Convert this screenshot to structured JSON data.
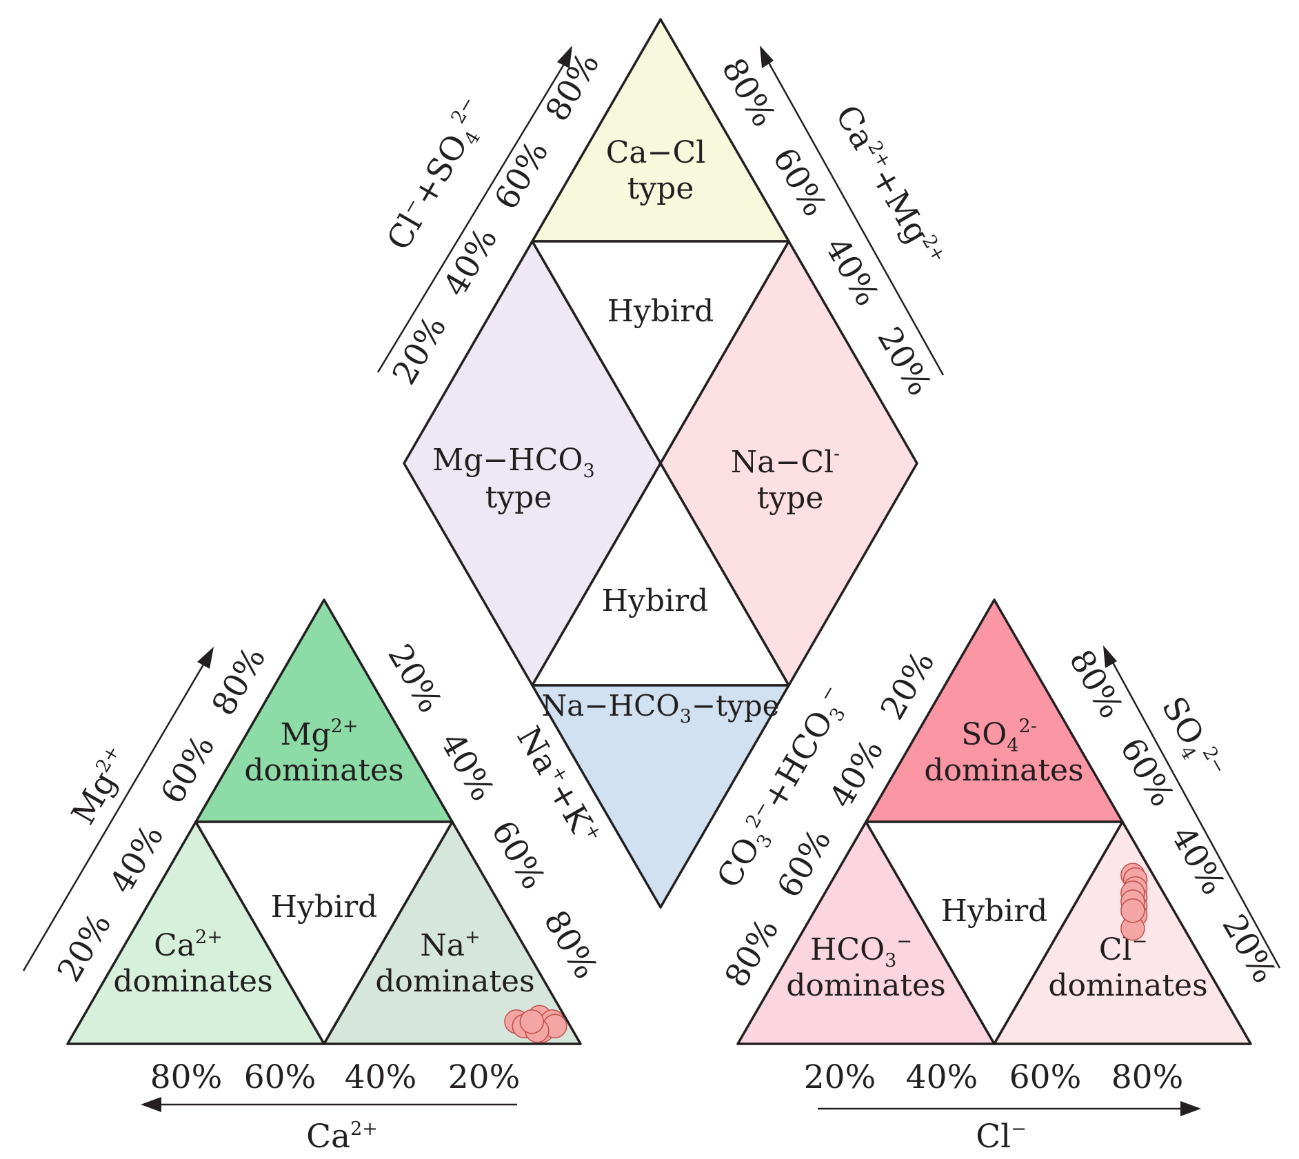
{
  "colors": {
    "outline": "#231f20",
    "ca_cl": "#f7f8dc",
    "mg_hco3": "#ede8f4",
    "na_cl": "#fde0e3",
    "na_hco3": "#d1e1f1",
    "hybrid": "#ffffff",
    "mg_dom": "#8ddca7",
    "ca_dom": "#d6f0dc",
    "na_dom": "#d6e6dc",
    "so4_dom": "#fb96a5",
    "hco3_dom": "#fbd5df",
    "cl_dom": "#fde6ea",
    "sample": "#f4a6a4"
  },
  "diamond": {
    "ca_cl": {
      "line1": "Ca−Cl",
      "line2": "type"
    },
    "hybrid_top": "Hybird",
    "mg_hco3": {
      "base": "Mg−HCO",
      "sub": "3",
      "line2": "type"
    },
    "na_cl": {
      "base": "Na−Cl",
      "sup": "-",
      "line2": "type"
    },
    "hybrid_bottom": "Hybird",
    "na_hco3": {
      "part1": "Na−HCO",
      "sub": "3",
      "part2": "−type"
    },
    "left_axis": {
      "base": "Cl",
      "sup1": "−",
      "mid": "+SO",
      "sub": "4",
      "sup2": "2−"
    },
    "left_ticks": [
      "20%",
      "40%",
      "60%",
      "80%"
    ],
    "right_axis": {
      "base": "Ca",
      "sup1": "2+",
      "mid": "+Mg",
      "sup2": "2+"
    },
    "right_ticks": [
      "80%",
      "60%",
      "40%",
      "20%"
    ]
  },
  "cation": {
    "mg_dom": {
      "base": "Mg",
      "sup": "2+",
      "line2": "dominates"
    },
    "ca_dom": {
      "base": "Ca",
      "sup": "2+",
      "line2": "dominates"
    },
    "hybrid": "Hybird",
    "na_dom": {
      "base": "Na",
      "sup": "+",
      "line2": "dominates"
    },
    "left_axis": {
      "base": "Mg",
      "sup": "2+"
    },
    "left_ticks": [
      "20%",
      "40%",
      "60%",
      "80%"
    ],
    "right_axis": {
      "base": "Na",
      "sup1": "+",
      "mid": "+K",
      "sup2": "+"
    },
    "right_ticks": [
      "20%",
      "40%",
      "60%",
      "80%"
    ],
    "bottom_axis": {
      "base": "Ca",
      "sup": "2+"
    },
    "bottom_ticks": [
      "80%",
      "60%",
      "40%",
      "20%"
    ]
  },
  "anion": {
    "so4_dom": {
      "base": "SO",
      "sub": "4",
      "sup": "2-",
      "line2": "dominates"
    },
    "hco3_dom": {
      "base": "HCO",
      "sub": "3",
      "sup": "−",
      "line2": "dominates"
    },
    "hybrid": "Hybird",
    "cl_dom": {
      "base": "Cl",
      "sup": "−",
      "line2": "dominates"
    },
    "left_axis": {
      "base": "CO",
      "sub1": "3",
      "sup1": "2−",
      "mid": "+HCO",
      "sub2": "3",
      "sup2": "−"
    },
    "left_ticks": [
      "80%",
      "60%",
      "40%",
      "20%"
    ],
    "right_axis": {
      "base": "SO",
      "sub": "4",
      "sup": "2−"
    },
    "right_ticks": [
      "20%",
      "40%",
      "60%",
      "80%"
    ],
    "bottom_axis": {
      "base": "Cl",
      "sup": "−"
    },
    "bottom_ticks": [
      "20%",
      "40%",
      "60%",
      "80%"
    ]
  },
  "chart_data": {
    "type": "scatter",
    "samples": {
      "cation_na_k_percent": [
        85,
        87,
        89,
        91,
        92,
        93,
        90,
        88
      ],
      "cation_mg_percent": [
        5,
        4,
        6,
        3,
        5,
        4,
        3,
        5
      ],
      "anion_cl_percent": [
        58,
        59,
        60,
        61,
        62,
        63,
        64,
        60,
        61,
        62
      ],
      "anion_so4_percent": [
        38,
        37,
        35,
        33,
        31,
        29,
        26,
        34,
        32,
        30
      ]
    }
  }
}
